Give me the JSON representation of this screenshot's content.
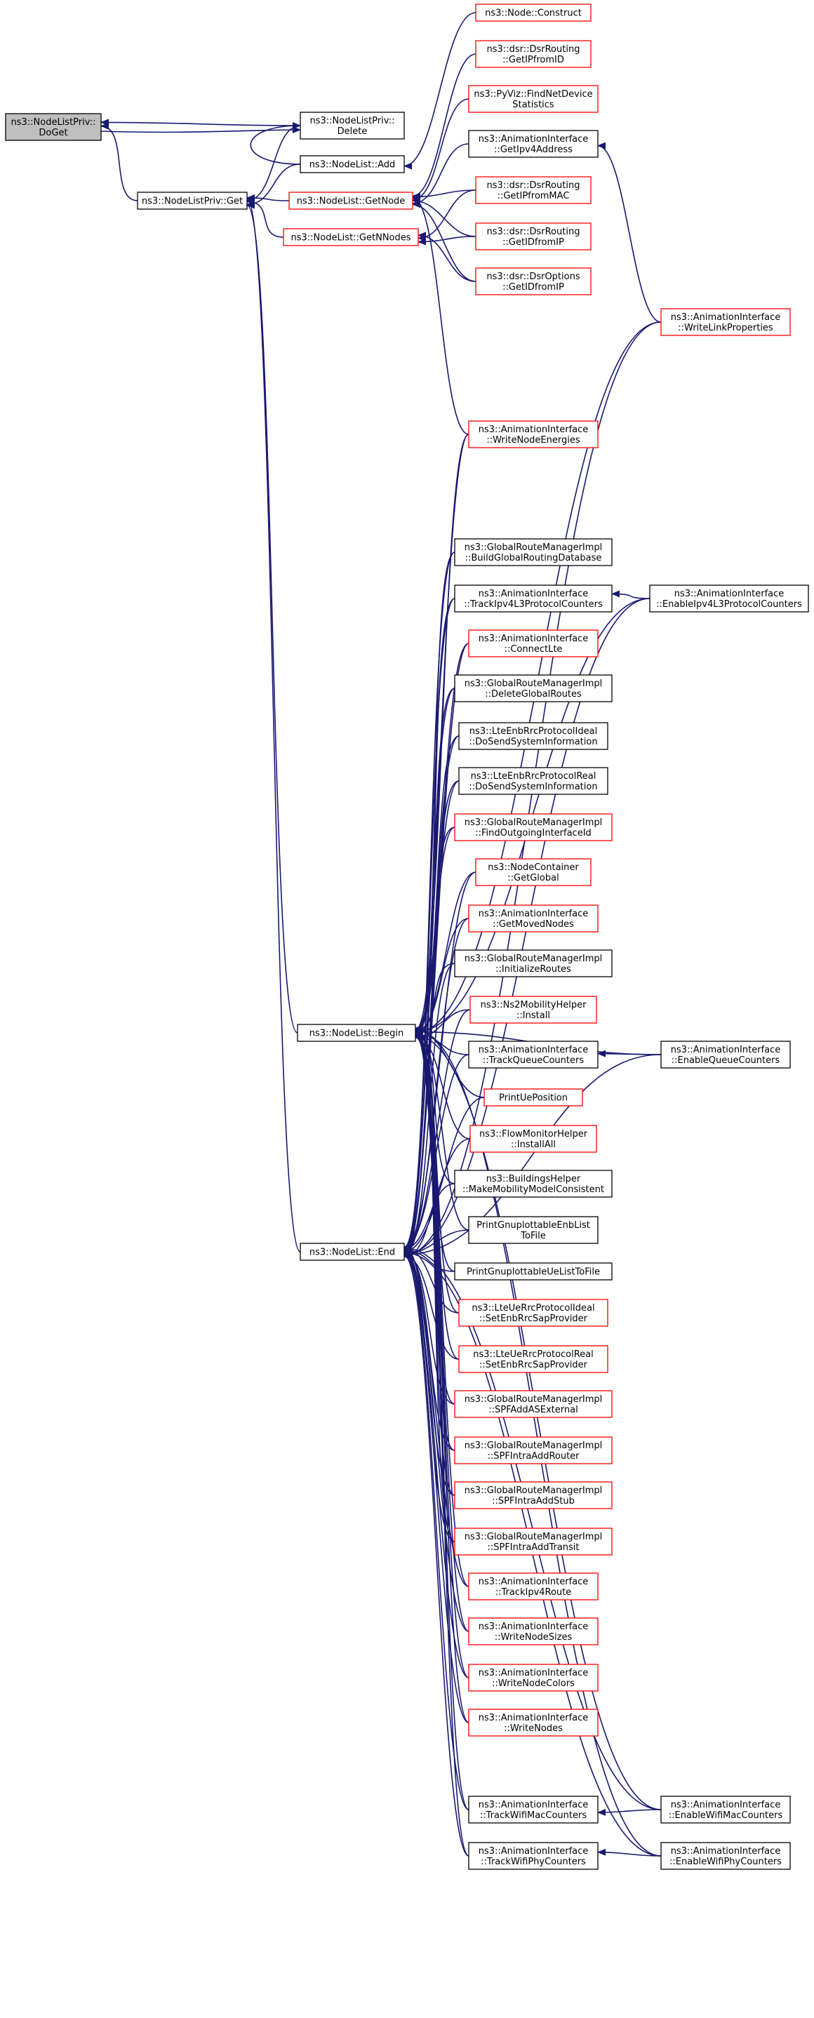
{
  "graph": {
    "nodes": [
      {
        "id": "doget",
        "lines": [
          "ns3::NodeListPriv::",
          "DoGet"
        ],
        "border": "root"
      },
      {
        "id": "delete",
        "lines": [
          "ns3::NodeListPriv::",
          "Delete"
        ],
        "border": "black"
      },
      {
        "id": "get",
        "lines": [
          "ns3::NodeListPriv::Get"
        ],
        "border": "black"
      },
      {
        "id": "add",
        "lines": [
          "ns3::NodeList::Add"
        ],
        "border": "black"
      },
      {
        "id": "getnode",
        "lines": [
          "ns3::NodeList::GetNode"
        ],
        "border": "red"
      },
      {
        "id": "getnnodes",
        "lines": [
          "ns3::NodeList::GetNNodes"
        ],
        "border": "red"
      },
      {
        "id": "begin",
        "lines": [
          "ns3::NodeList::Begin"
        ],
        "border": "black"
      },
      {
        "id": "end",
        "lines": [
          "ns3::NodeList::End"
        ],
        "border": "black"
      },
      {
        "id": "construct",
        "lines": [
          "ns3::Node::Construct"
        ],
        "border": "red"
      },
      {
        "id": "dsr_getipfromid",
        "lines": [
          "ns3::dsr::DsrRouting",
          "::GetIPfromID"
        ],
        "border": "red"
      },
      {
        "id": "pyviz",
        "lines": [
          "ns3::PyViz::FindNetDevice",
          "Statistics"
        ],
        "border": "red"
      },
      {
        "id": "getipv4",
        "lines": [
          "ns3::AnimationInterface",
          "::GetIpv4Address"
        ],
        "border": "black"
      },
      {
        "id": "dsr_getipfrommac",
        "lines": [
          "ns3::dsr::DsrRouting",
          "::GetIPfromMAC"
        ],
        "border": "red"
      },
      {
        "id": "dsr_getidfromip",
        "lines": [
          "ns3::dsr::DsrRouting",
          "::GetIDfromIP"
        ],
        "border": "red"
      },
      {
        "id": "dsropt_getidfromip",
        "lines": [
          "ns3::dsr::DsrOptions",
          "::GetIDfromIP"
        ],
        "border": "red"
      },
      {
        "id": "writelinkprops",
        "lines": [
          "ns3::AnimationInterface",
          "::WriteLinkProperties"
        ],
        "border": "red"
      },
      {
        "id": "writenodeenergies",
        "lines": [
          "ns3::AnimationInterface",
          "::WriteNodeEnergies"
        ],
        "border": "red"
      },
      {
        "id": "buildglobal",
        "lines": [
          "ns3::GlobalRouteManagerImpl",
          "::BuildGlobalRoutingDatabase"
        ],
        "border": "black"
      },
      {
        "id": "trackipv4l3",
        "lines": [
          "ns3::AnimationInterface",
          "::TrackIpv4L3ProtocolCounters"
        ],
        "border": "black"
      },
      {
        "id": "enableipv4l3",
        "lines": [
          "ns3::AnimationInterface",
          "::EnableIpv4L3ProtocolCounters"
        ],
        "border": "black"
      },
      {
        "id": "connectlte",
        "lines": [
          "ns3::AnimationInterface",
          "::ConnectLte"
        ],
        "border": "red"
      },
      {
        "id": "deleteglobal",
        "lines": [
          "ns3::GlobalRouteManagerImpl",
          "::DeleteGlobalRoutes"
        ],
        "border": "black"
      },
      {
        "id": "ltenbideal",
        "lines": [
          "ns3::LteEnbRrcProtocolIdeal",
          "::DoSendSystemInformation"
        ],
        "border": "black"
      },
      {
        "id": "ltenbreal",
        "lines": [
          "ns3::LteEnbRrcProtocolReal",
          "::DoSendSystemInformation"
        ],
        "border": "black"
      },
      {
        "id": "findoutgoing",
        "lines": [
          "ns3::GlobalRouteManagerImpl",
          "::FindOutgoingInterfaceId"
        ],
        "border": "red"
      },
      {
        "id": "nodecontainer",
        "lines": [
          "ns3::NodeContainer",
          "::GetGlobal"
        ],
        "border": "red"
      },
      {
        "id": "getmovednodes",
        "lines": [
          "ns3::AnimationInterface",
          "::GetMovedNodes"
        ],
        "border": "red"
      },
      {
        "id": "initroutes",
        "lines": [
          "ns3::GlobalRouteManagerImpl",
          "::InitializeRoutes"
        ],
        "border": "black"
      },
      {
        "id": "ns2mobility",
        "lines": [
          "ns3::Ns2MobilityHelper",
          "::Install"
        ],
        "border": "red"
      },
      {
        "id": "trackqueue",
        "lines": [
          "ns3::AnimationInterface",
          "::TrackQueueCounters"
        ],
        "border": "black"
      },
      {
        "id": "enablequeue",
        "lines": [
          "ns3::AnimationInterface",
          "::EnableQueueCounters"
        ],
        "border": "black"
      },
      {
        "id": "printue",
        "lines": [
          "PrintUePosition"
        ],
        "border": "red"
      },
      {
        "id": "flowmonitor",
        "lines": [
          "ns3::FlowMonitorHelper",
          "::InstallAll"
        ],
        "border": "red"
      },
      {
        "id": "buildingshelper",
        "lines": [
          "ns3::BuildingsHelper",
          "::MakeMobilityModelConsistent"
        ],
        "border": "black"
      },
      {
        "id": "printgnuplotenb",
        "lines": [
          "PrintGnuplottableEnbList",
          "ToFile"
        ],
        "border": "black"
      },
      {
        "id": "printgnuplotue",
        "lines": [
          "PrintGnuplottableUeListToFile"
        ],
        "border": "black"
      },
      {
        "id": "lteueideal",
        "lines": [
          "ns3::LteUeRrcProtocolIdeal",
          "::SetEnbRrcSapProvider"
        ],
        "border": "red"
      },
      {
        "id": "lteuereal",
        "lines": [
          "ns3::LteUeRrcProtocolReal",
          "::SetEnbRrcSapProvider"
        ],
        "border": "red"
      },
      {
        "id": "spfaddas",
        "lines": [
          "ns3::GlobalRouteManagerImpl",
          "::SPFAddASExternal"
        ],
        "border": "red"
      },
      {
        "id": "spfrouter",
        "lines": [
          "ns3::GlobalRouteManagerImpl",
          "::SPFIntraAddRouter"
        ],
        "border": "red"
      },
      {
        "id": "spfstub",
        "lines": [
          "ns3::GlobalRouteManagerImpl",
          "::SPFIntraAddStub"
        ],
        "border": "red"
      },
      {
        "id": "spftransit",
        "lines": [
          "ns3::GlobalRouteManagerImpl",
          "::SPFIntraAddTransit"
        ],
        "border": "red"
      },
      {
        "id": "trackipv4route",
        "lines": [
          "ns3::AnimationInterface",
          "::TrackIpv4Route"
        ],
        "border": "red"
      },
      {
        "id": "writenodesizes",
        "lines": [
          "ns3::AnimationInterface",
          "::WriteNodeSizes"
        ],
        "border": "red"
      },
      {
        "id": "writenodecolors",
        "lines": [
          "ns3::AnimationInterface",
          "::WriteNodeColors"
        ],
        "border": "red"
      },
      {
        "id": "writenodes",
        "lines": [
          "ns3::AnimationInterface",
          "::WriteNodes"
        ],
        "border": "red"
      },
      {
        "id": "trackwifimac",
        "lines": [
          "ns3::AnimationInterface",
          "::TrackWifiMacCounters"
        ],
        "border": "black"
      },
      {
        "id": "enablewifimac",
        "lines": [
          "ns3::AnimationInterface",
          "::EnableWifiMacCounters"
        ],
        "border": "black"
      },
      {
        "id": "trackwifiphy",
        "lines": [
          "ns3::AnimationInterface",
          "::TrackWifiPhyCounters"
        ],
        "border": "black"
      },
      {
        "id": "enablewifiphy",
        "lines": [
          "ns3::AnimationInterface",
          "::EnableWifiPhyCounters"
        ],
        "border": "black"
      }
    ],
    "edges": [
      [
        "delete",
        "doget"
      ],
      [
        "get",
        "doget"
      ],
      [
        "doget",
        "delete"
      ],
      [
        "add",
        "delete"
      ],
      [
        "delete",
        "get"
      ],
      [
        "add",
        "get"
      ],
      [
        "getnode",
        "get"
      ],
      [
        "getnnodes",
        "get"
      ],
      [
        "begin",
        "get"
      ],
      [
        "end",
        "get"
      ],
      [
        "construct",
        "add"
      ],
      [
        "dsr_getipfromid",
        "getnode"
      ],
      [
        "pyviz",
        "getnode"
      ],
      [
        "getipv4",
        "getnode"
      ],
      [
        "dsr_getipfrommac",
        "getnode"
      ],
      [
        "dsr_getidfromip",
        "getnode"
      ],
      [
        "dsropt_getidfromip",
        "getnode"
      ],
      [
        "writenodeenergies",
        "getnode"
      ],
      [
        "dsr_getipfrommac",
        "getnnodes"
      ],
      [
        "dsr_getidfromip",
        "getnnodes"
      ],
      [
        "dsropt_getidfromip",
        "getnnodes"
      ],
      [
        "writelinkprops",
        "getipv4"
      ],
      [
        "enableipv4l3",
        "trackipv4l3"
      ],
      [
        "enablequeue",
        "trackqueue"
      ],
      [
        "enablewifimac",
        "trackwifimac"
      ],
      [
        "enablewifiphy",
        "trackwifiphy"
      ],
      [
        "writelinkprops",
        "begin"
      ],
      [
        "writelinkprops",
        "end"
      ],
      [
        "writenodeenergies",
        "begin"
      ],
      [
        "writenodeenergies",
        "end"
      ],
      [
        "buildglobal",
        "begin"
      ],
      [
        "buildglobal",
        "end"
      ],
      [
        "trackipv4l3",
        "begin"
      ],
      [
        "trackipv4l3",
        "end"
      ],
      [
        "enableipv4l3",
        "begin"
      ],
      [
        "enableipv4l3",
        "end"
      ],
      [
        "connectlte",
        "begin"
      ],
      [
        "connectlte",
        "end"
      ],
      [
        "deleteglobal",
        "begin"
      ],
      [
        "deleteglobal",
        "end"
      ],
      [
        "ltenbideal",
        "begin"
      ],
      [
        "ltenbideal",
        "end"
      ],
      [
        "ltenbreal",
        "begin"
      ],
      [
        "ltenbreal",
        "end"
      ],
      [
        "findoutgoing",
        "begin"
      ],
      [
        "findoutgoing",
        "end"
      ],
      [
        "nodecontainer",
        "begin"
      ],
      [
        "nodecontainer",
        "end"
      ],
      [
        "getmovednodes",
        "begin"
      ],
      [
        "getmovednodes",
        "end"
      ],
      [
        "initroutes",
        "begin"
      ],
      [
        "initroutes",
        "end"
      ],
      [
        "ns2mobility",
        "begin"
      ],
      [
        "ns2mobility",
        "end"
      ],
      [
        "trackqueue",
        "begin"
      ],
      [
        "trackqueue",
        "end"
      ],
      [
        "enablequeue",
        "begin"
      ],
      [
        "enablequeue",
        "end"
      ],
      [
        "printue",
        "begin"
      ],
      [
        "printue",
        "end"
      ],
      [
        "flowmonitor",
        "begin"
      ],
      [
        "flowmonitor",
        "end"
      ],
      [
        "buildingshelper",
        "begin"
      ],
      [
        "buildingshelper",
        "end"
      ],
      [
        "printgnuplotenb",
        "begin"
      ],
      [
        "printgnuplotenb",
        "end"
      ],
      [
        "printgnuplotue",
        "begin"
      ],
      [
        "printgnuplotue",
        "end"
      ],
      [
        "lteueideal",
        "begin"
      ],
      [
        "lteueideal",
        "end"
      ],
      [
        "lteuereal",
        "begin"
      ],
      [
        "lteuereal",
        "end"
      ],
      [
        "spfaddas",
        "begin"
      ],
      [
        "spfaddas",
        "end"
      ],
      [
        "spfrouter",
        "begin"
      ],
      [
        "spfrouter",
        "end"
      ],
      [
        "spfstub",
        "begin"
      ],
      [
        "spfstub",
        "end"
      ],
      [
        "spftransit",
        "begin"
      ],
      [
        "spftransit",
        "end"
      ],
      [
        "trackipv4route",
        "begin"
      ],
      [
        "trackipv4route",
        "end"
      ],
      [
        "writenodesizes",
        "begin"
      ],
      [
        "writenodesizes",
        "end"
      ],
      [
        "writenodecolors",
        "begin"
      ],
      [
        "writenodecolors",
        "end"
      ],
      [
        "writenodes",
        "begin"
      ],
      [
        "writenodes",
        "end"
      ],
      [
        "trackwifimac",
        "begin"
      ],
      [
        "trackwifimac",
        "end"
      ],
      [
        "enablewifimac",
        "begin"
      ],
      [
        "enablewifimac",
        "end"
      ],
      [
        "trackwifiphy",
        "begin"
      ],
      [
        "trackwifiphy",
        "end"
      ],
      [
        "enablewifiphy",
        "begin"
      ],
      [
        "enablewifiphy",
        "end"
      ]
    ]
  }
}
